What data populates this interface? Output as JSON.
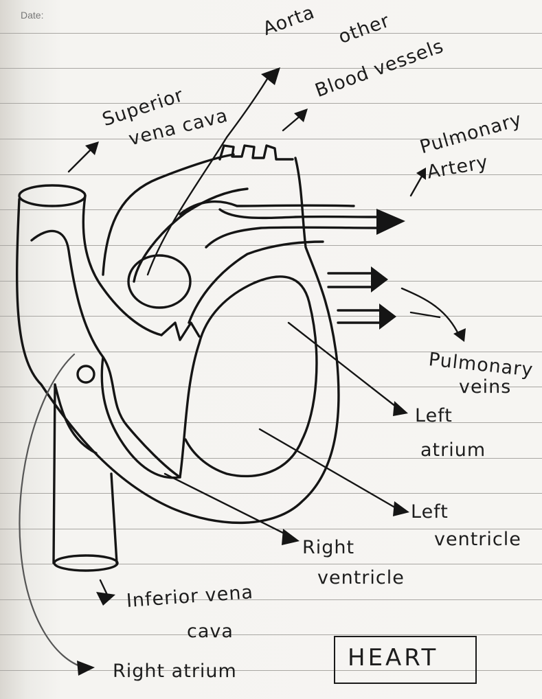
{
  "header": {
    "date_label": "Date:"
  },
  "labels": {
    "aorta": "Aorta",
    "other_line1": "other",
    "other_line2": "Blood vessels",
    "superior_line1": "Superior",
    "superior_line2": "vena cava",
    "pulmonary_artery_line1": "Pulmonary",
    "pulmonary_artery_line2": "Artery",
    "pulmonary_veins_line1": "Pulmonary",
    "pulmonary_veins_line2": "veins",
    "left_atrium_line1": "Left",
    "left_atrium_line2": "atrium",
    "left_ventricle_line1": "Left",
    "left_ventricle_line2": "ventricle",
    "right_ventricle_line1": "Right",
    "right_ventricle_line2": "ventricle",
    "inferior_line1": "Inferior vena",
    "inferior_line2": "cava",
    "right_atrium": "Right atrium"
  },
  "title_box": {
    "text": "HEART"
  }
}
